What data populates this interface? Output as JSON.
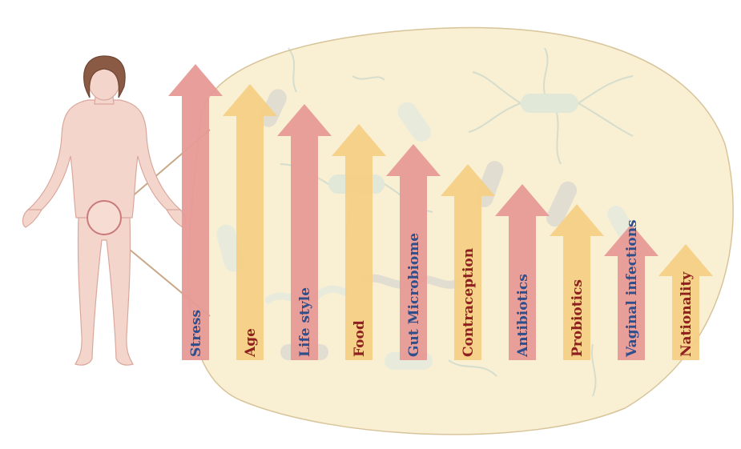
{
  "factors": [
    {
      "label": "Stress",
      "kind": "red"
    },
    {
      "label": "Age",
      "kind": "yellow"
    },
    {
      "label": "Life style",
      "kind": "red"
    },
    {
      "label": "Food",
      "kind": "yellow"
    },
    {
      "label": "Gut Microbiome",
      "kind": "red"
    },
    {
      "label": "Contraception",
      "kind": "yellow"
    },
    {
      "label": "Antibiotics",
      "kind": "red"
    },
    {
      "label": "Probiotics",
      "kind": "yellow"
    },
    {
      "label": "Vaginal infections",
      "kind": "red"
    },
    {
      "label": "Nationality",
      "kind": "yellow"
    }
  ],
  "colors": {
    "red_arrow": "#e79a96",
    "yellow_arrow": "#f5cf85",
    "red_text": "#2f4f8c",
    "yellow_text": "#8e2020",
    "blob_fill": "#f9efd3",
    "blob_stroke": "#d8c49a",
    "skin": "#f4d5cc",
    "skin_stroke": "#d9a89c",
    "hair": "#8a5a44",
    "connector": "#c9a887"
  }
}
